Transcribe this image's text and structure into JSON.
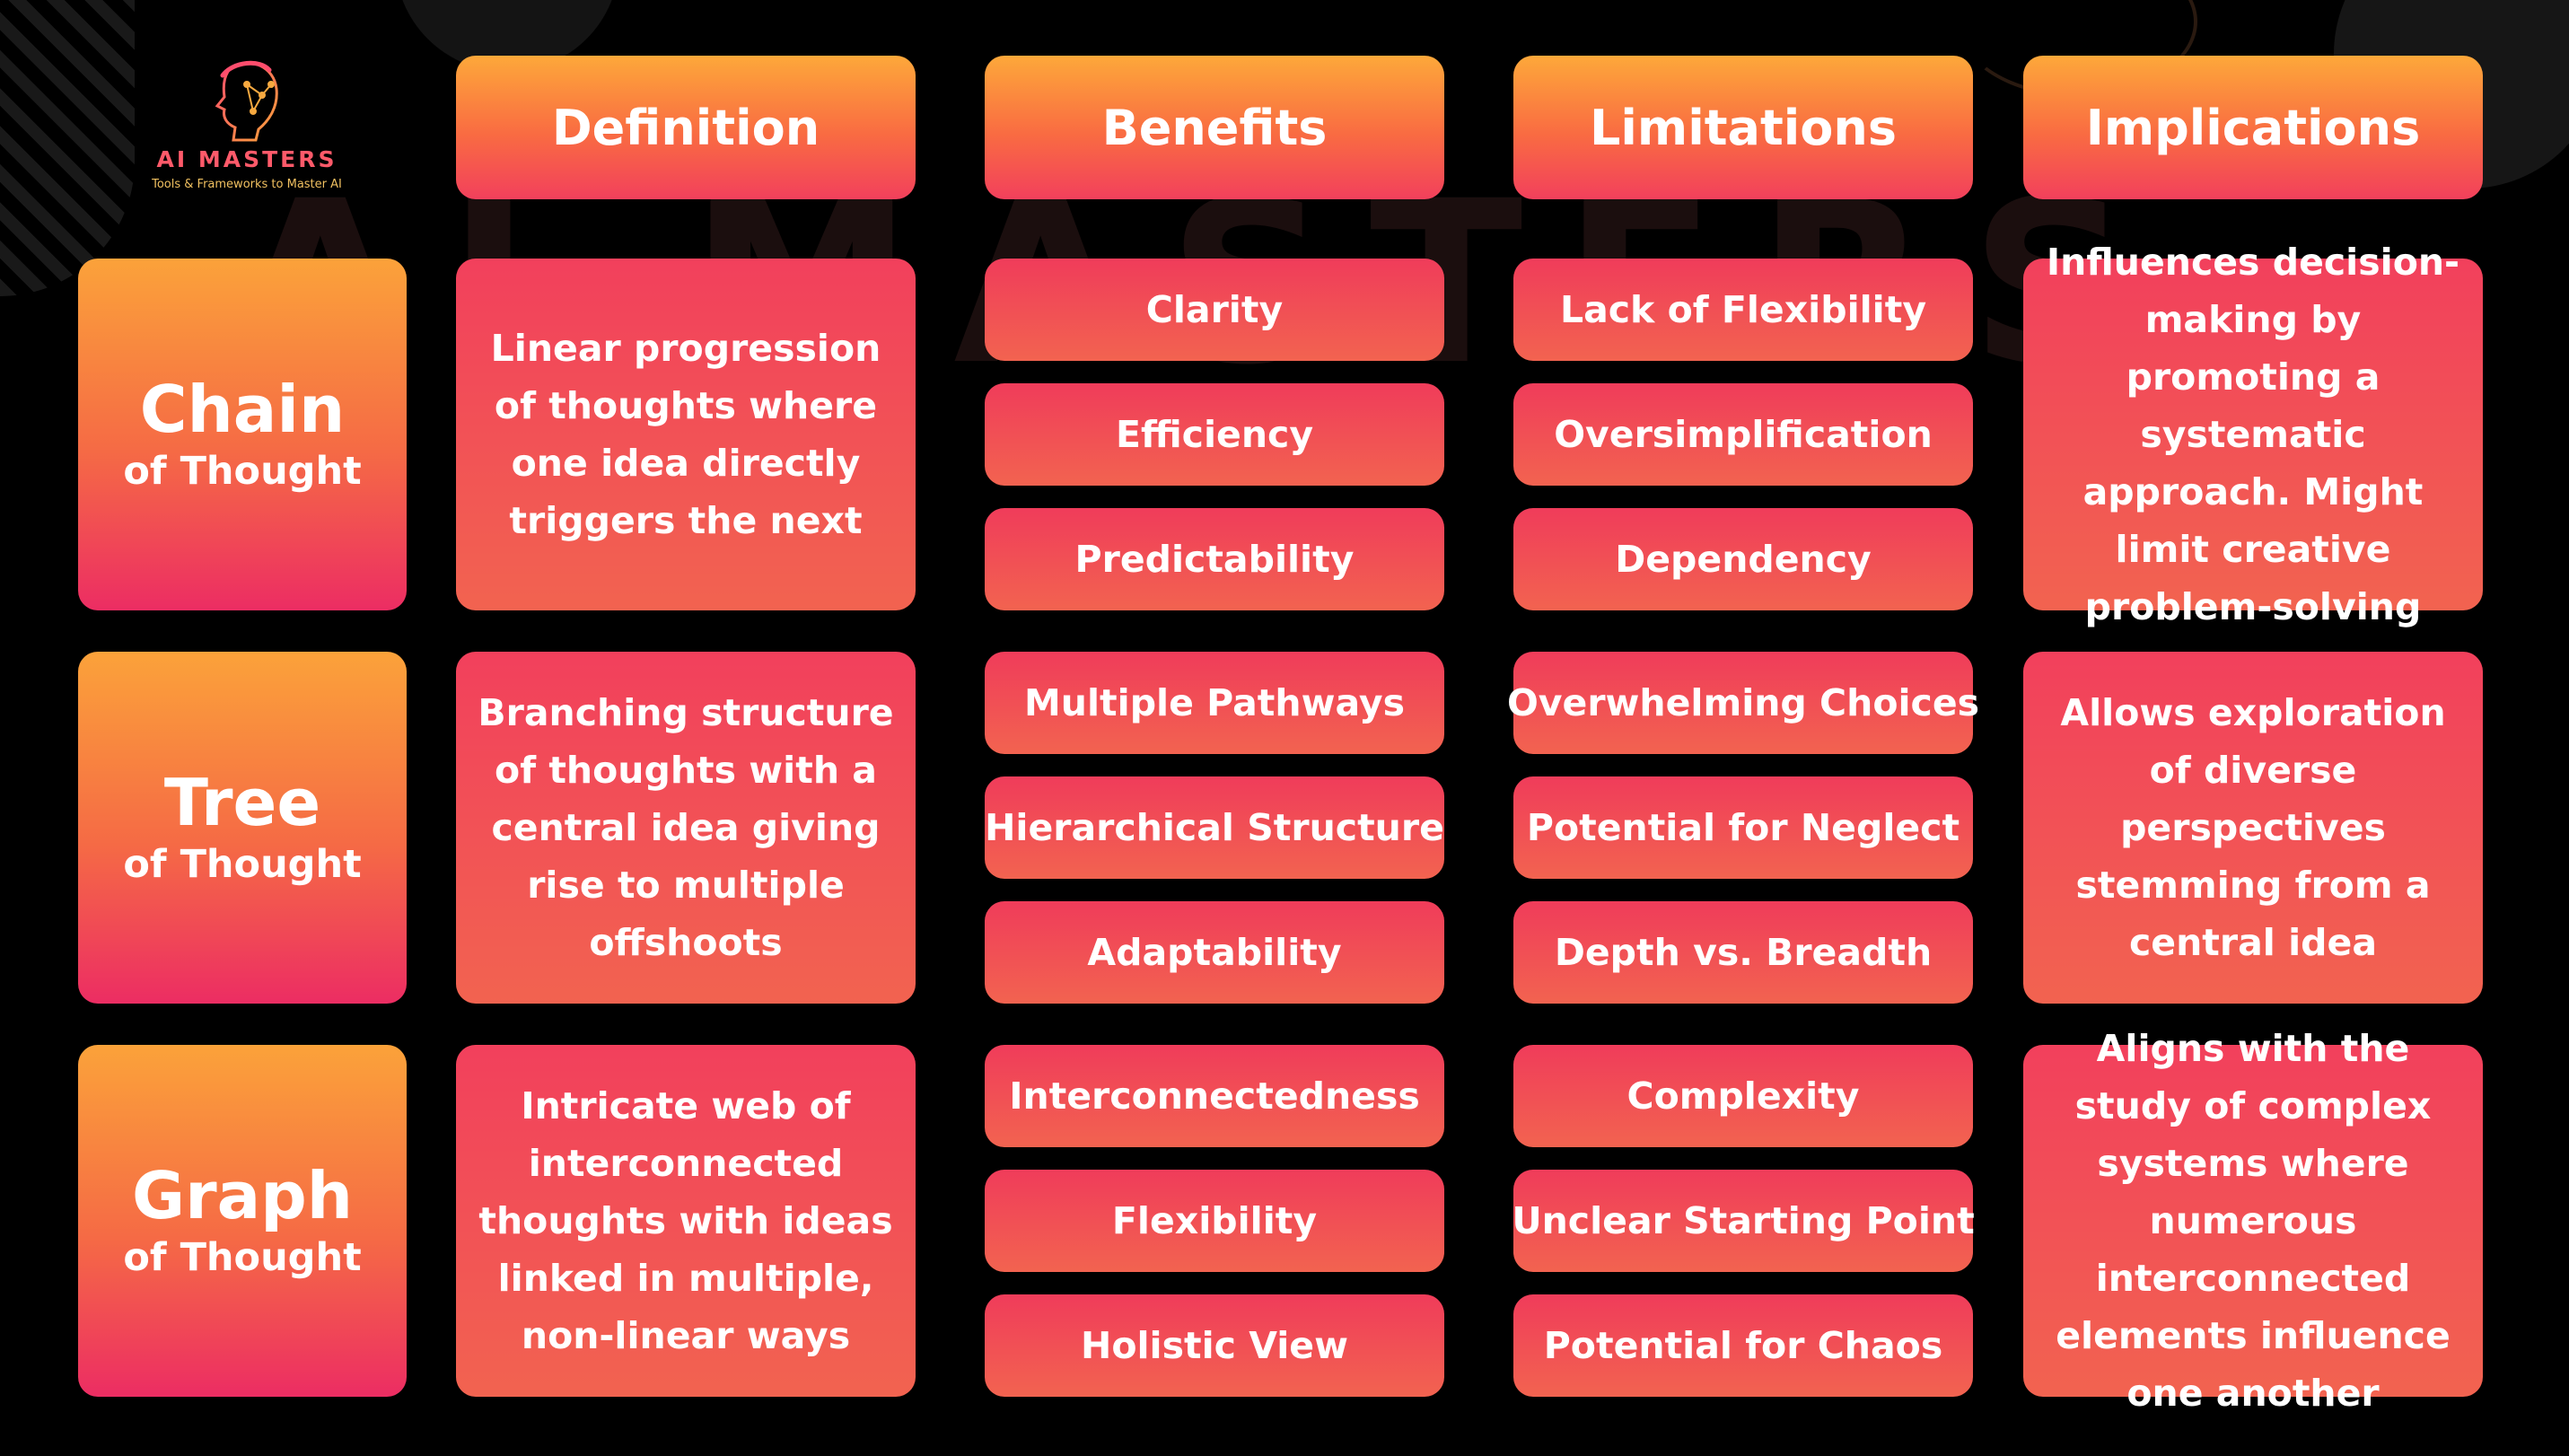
{
  "brand": {
    "name": "AI MASTERS",
    "tagline": "Tools & Frameworks to Master AI"
  },
  "columns": [
    "Definition",
    "Benefits",
    "Limitations",
    "Implications"
  ],
  "rows": [
    {
      "title": "Chain",
      "subtitle": "of Thought",
      "definition": "Linear progression of thoughts where one idea directly triggers the next",
      "benefits": [
        "Clarity",
        "Efficiency",
        "Predictability"
      ],
      "limitations": [
        "Lack of Flexibility",
        "Oversimplification",
        "Dependency"
      ],
      "implications": "Influences decision-making by promoting a systematic approach. Might limit creative problem-solving"
    },
    {
      "title": "Tree",
      "subtitle": "of Thought",
      "definition": "Branching structure of thoughts with a central idea giving rise to multiple offshoots",
      "benefits": [
        "Multiple Pathways",
        "Hierarchical Structure",
        "Adaptability"
      ],
      "limitations": [
        "Overwhelming Choices",
        "Potential for Neglect",
        "Depth vs. Breadth"
      ],
      "implications": "Allows exploration of diverse perspectives stemming from a central idea"
    },
    {
      "title": "Graph",
      "subtitle": "of Thought",
      "definition": "Intricate web of interconnected thoughts with ideas linked in multiple, non-linear ways",
      "benefits": [
        "Interconnectedness",
        "Flexibility",
        "Holistic View"
      ],
      "limitations": [
        "Complexity",
        "Unclear Starting Point",
        "Potential for Chaos"
      ],
      "implications": "Aligns with the study of complex systems where numerous interconnected elements influence one another"
    }
  ],
  "colors": {
    "background": "#000000",
    "header_gradient": [
      "#fda83a",
      "#f2405c"
    ],
    "cell_gradient": [
      "#f2405c",
      "#f26350"
    ]
  }
}
